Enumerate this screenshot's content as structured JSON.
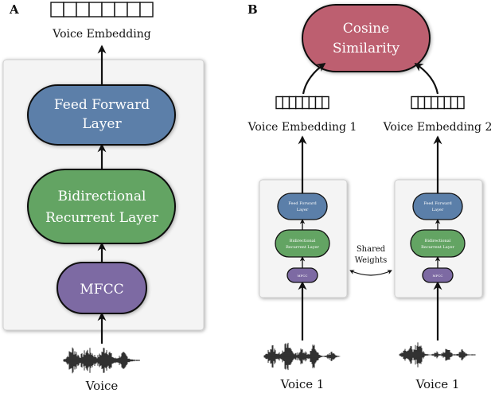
{
  "panels": {
    "a": {
      "letter": "A",
      "embedding_label": "Voice Embedding",
      "feed_forward": [
        "Feed Forward",
        "Layer"
      ],
      "recurrent": [
        "Bidirectional",
        "Recurrent Layer"
      ],
      "mfcc": "MFCC",
      "input_label": "Voice"
    },
    "b": {
      "letter": "B",
      "similarity": [
        "Cosine",
        "Similarity"
      ],
      "embedding_left": "Voice Embedding 1",
      "embedding_right": "Voice Embedding 2",
      "mini_feed_forward": [
        "Feed Forward",
        "Layer"
      ],
      "mini_recurrent": [
        "Bidirectional",
        "Recurrent Layer"
      ],
      "mini_mfcc": "MFCC",
      "shared": [
        "Shared",
        "Weights"
      ],
      "input_left": "Voice 1",
      "input_right": "Voice 1"
    }
  },
  "colors": {
    "feed_forward": "#5b7fa9",
    "recurrent": "#63a463",
    "mfcc": "#7d6aa3",
    "similarity": "#bd5f6f",
    "panel_fill": "#f4f4f4",
    "ink": "#111111",
    "label_light": "#ffffff",
    "label_dark": "#ffffff"
  }
}
